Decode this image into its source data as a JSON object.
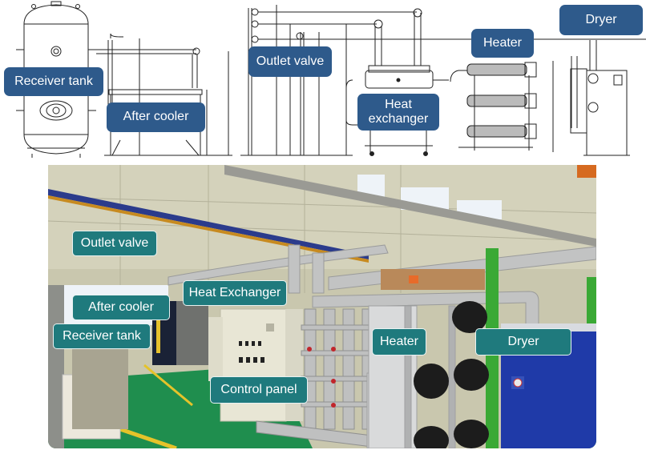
{
  "blueprint": {
    "labels": {
      "receiver_tank": "Receiver tank",
      "after_cooler": "After cooler",
      "outlet_valve": "Outlet valve",
      "heat_exchanger_line1": "Heat",
      "heat_exchanger_line2": "exchanger",
      "heater": "Heater",
      "dryer": "Dryer"
    },
    "label_color": "#2e5a8b"
  },
  "photo": {
    "labels": {
      "outlet_valve": "Outlet valve",
      "heat_exchanger": "Heat Exchanger",
      "after_cooler": "After cooler",
      "receiver_tank": "Receiver tank",
      "heater": "Heater",
      "dryer": "Dryer",
      "control_panel": "Control panel"
    },
    "label_color": "#1f7a7d"
  }
}
